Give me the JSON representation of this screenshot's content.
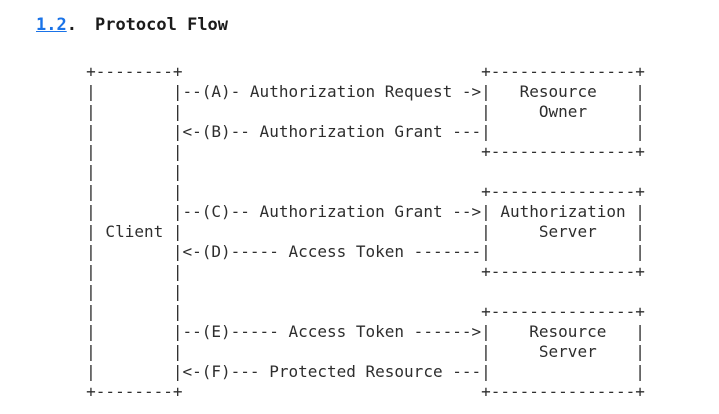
{
  "colors": {
    "background": "#ffffff",
    "heading_text": "#1b1b1b",
    "link_blue": "#1a73e8",
    "diagram_text": "#2e2e2e"
  },
  "heading": {
    "section_link": "1.2",
    "separator": ".",
    "title": "Protocol Flow"
  },
  "diagram": {
    "actors": [
      "Client",
      "Resource Owner",
      "Authorization Server",
      "Resource Server"
    ],
    "steps": [
      {
        "id": "A",
        "label": "Authorization Request",
        "arrow": "->",
        "counterpart": "Resource Owner"
      },
      {
        "id": "B",
        "label": "Authorization Grant",
        "arrow": "<-",
        "counterpart": "Resource Owner"
      },
      {
        "id": "C",
        "label": "Authorization Grant",
        "arrow": "->",
        "counterpart": "Authorization Server"
      },
      {
        "id": "D",
        "label": "Access Token",
        "arrow": "<-",
        "counterpart": "Authorization Server"
      },
      {
        "id": "E",
        "label": "Access Token",
        "arrow": "->",
        "counterpart": "Resource Server"
      },
      {
        "id": "F",
        "label": "Protected Resource",
        "arrow": "<-",
        "counterpart": "Resource Server"
      }
    ],
    "lines": [
      "     +--------+                               +---------------+",
      "     |        |--(A)- Authorization Request ->|   Resource    |",
      "     |        |                               |     Owner     |",
      "     |        |<-(B)-- Authorization Grant ---|               |",
      "     |        |                               +---------------+",
      "     |        |",
      "     |        |                               +---------------+",
      "     |        |--(C)-- Authorization Grant -->| Authorization |",
      "     | Client |                               |     Server    |",
      "     |        |<-(D)----- Access Token -------|               |",
      "     |        |                               +---------------+",
      "     |        |",
      "     |        |                               +---------------+",
      "     |        |--(E)----- Access Token ------>|    Resource   |",
      "     |        |                               |     Server    |",
      "     |        |<-(F)--- Protected Resource ---|               |",
      "     +--------+                               +---------------+"
    ]
  }
}
